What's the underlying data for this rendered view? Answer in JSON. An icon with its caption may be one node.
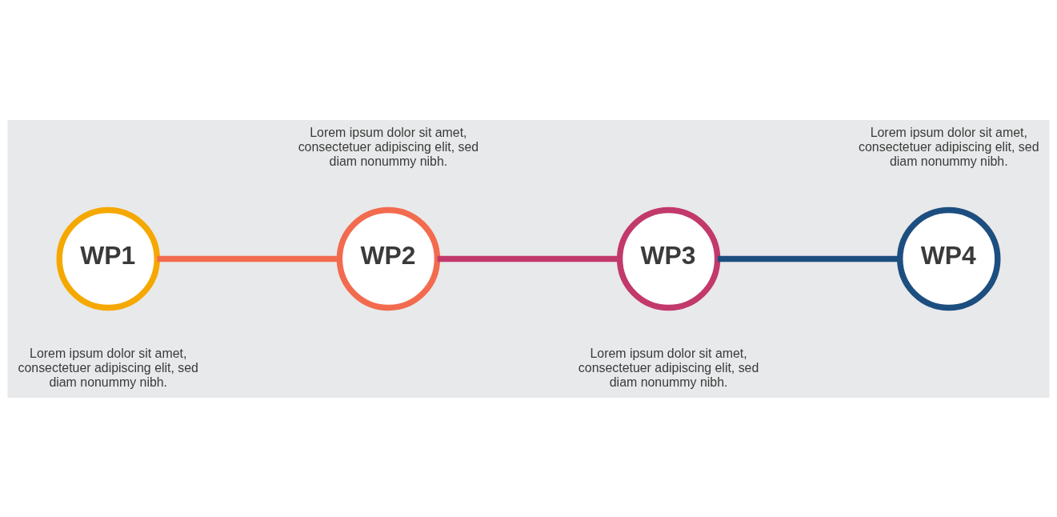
{
  "diagram": {
    "nodes": [
      {
        "text": [
          "WP1"
        ],
        "beside": [
          "Lorem ipsum dolor sit amet, consectetuer adipiscing elit, sed diam nonummy nibh."
        ]
      },
      {
        "text": [
          "WP2"
        ],
        "beside": [
          "Lorem ipsum dolor sit amet, consectetuer adipiscing elit, sed diam nonummy nibh."
        ]
      },
      {
        "text": [
          "WP3"
        ],
        "beside": [
          "Lorem ipsum dolor sit amet, consectetuer adipiscing elit, sed diam nonummy nibh."
        ]
      },
      {
        "text": [
          "WP4"
        ],
        "beside": [
          "Lorem ipsum dolor sit amet, consectetuer adipiscing elit, sed diam nonummy nibh."
        ]
      }
    ],
    "edges": [
      {
        "from": 0,
        "to": 1,
        "arrow": "none",
        "color": "#f26b4f"
      },
      {
        "from": 1,
        "to": 2,
        "arrow": "none",
        "color": "#c2396b"
      },
      {
        "from": 2,
        "to": 3,
        "arrow": "none",
        "color": "#1d4e80"
      }
    ]
  }
}
